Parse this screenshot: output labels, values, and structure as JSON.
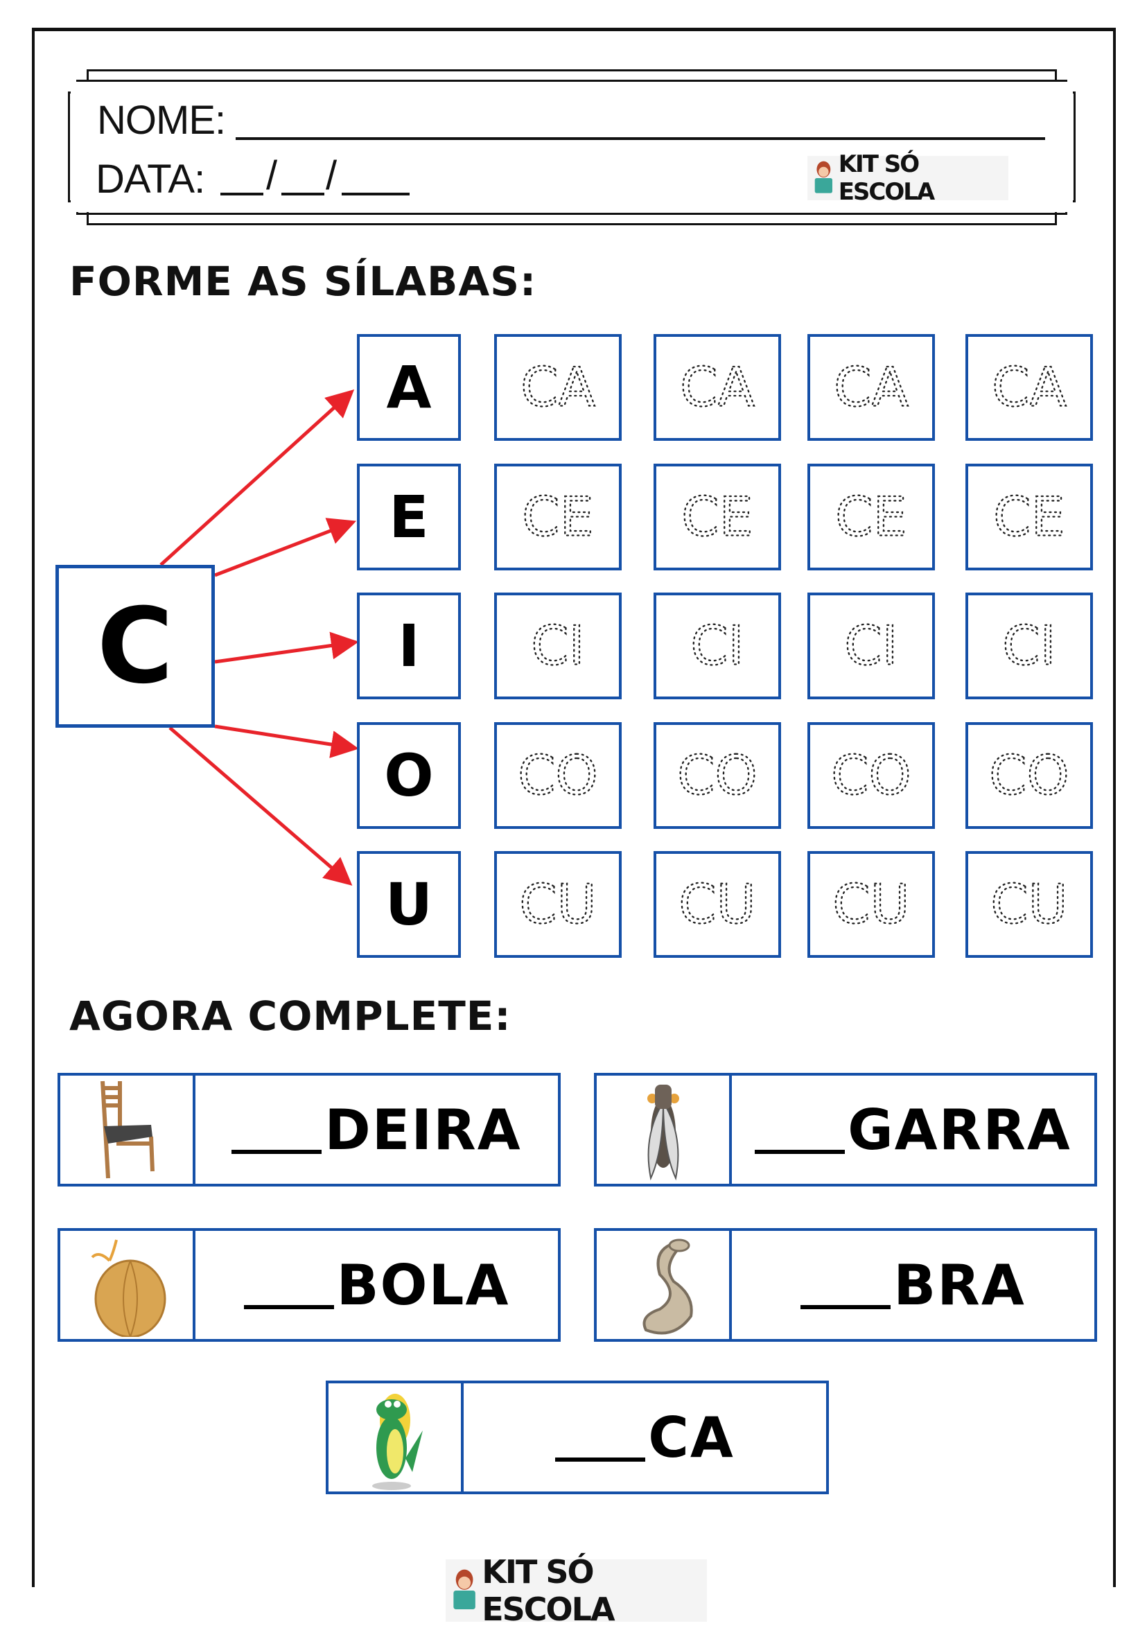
{
  "header": {
    "name_label": "NOME:",
    "date_label": "DATA:",
    "date_sep1": "/",
    "date_sep2": "/",
    "logo_text": "KIT SÓ ESCOLA"
  },
  "section1": {
    "title": "FORME AS SÍLABAS:",
    "consonant": "C",
    "rows": [
      {
        "vowel": "A",
        "syllable": "CA"
      },
      {
        "vowel": "E",
        "syllable": "CE"
      },
      {
        "vowel": "I",
        "syllable": "CI"
      },
      {
        "vowel": "O",
        "syllable": "CO"
      },
      {
        "vowel": "U",
        "syllable": "CU"
      }
    ]
  },
  "section2": {
    "title": "AGORA COMPLETE:",
    "items": [
      {
        "image": "chair",
        "suffix": "DEIRA"
      },
      {
        "image": "cicada",
        "suffix": "GARRA"
      },
      {
        "image": "onion",
        "suffix": "BOLA"
      },
      {
        "image": "snake",
        "suffix": "BRA"
      },
      {
        "image": "crocodile",
        "suffix": "CA"
      }
    ]
  },
  "footer": {
    "logo_text": "KIT SÓ ESCOLA"
  },
  "colors": {
    "box_border": "#1550a8",
    "arrow": "#e8232a"
  }
}
